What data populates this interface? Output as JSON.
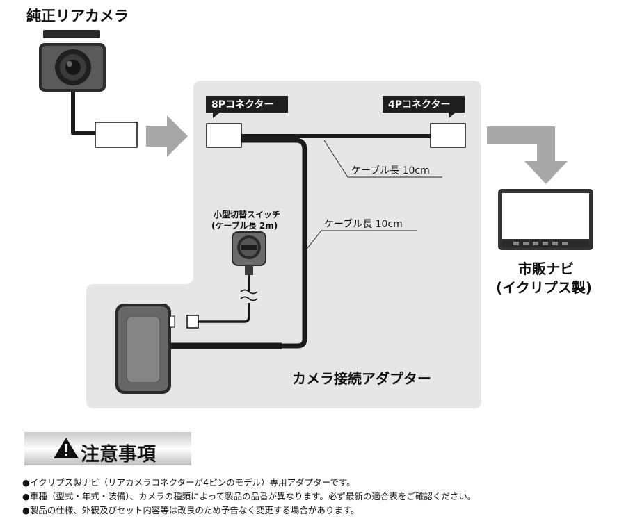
{
  "camera": {
    "title": "純正リアカメラ"
  },
  "connectors": {
    "left_label": "8Pコネクター",
    "right_label": "4Pコネクター"
  },
  "cables": {
    "main_length": "ケーブル長 10cm",
    "vertical_length": "ケーブル長 10cm"
  },
  "switch": {
    "line1": "小型切替スイッチ",
    "line2": "(ケーブル長 2m)"
  },
  "adapter": {
    "label": "カメラ接続アダプター"
  },
  "navi": {
    "line1": "市販ナビ",
    "line2": "(イクリプス製)"
  },
  "notice": {
    "title": "注意事項",
    "items": [
      "●イクリプス製ナビ（リアカメラコネクターが4ピンのモデル）専用アダプターです。",
      "●車種（型式・年式・装備）、カメラの種類によって製品の品番が異なります。必ず最新の適合表をご確認ください。",
      "●製品の仕様、外観及びセット内容等は改良のため予告なく変更する場合があります。"
    ]
  },
  "colors": {
    "panel": "#e6e6e6",
    "label_bg": "#1e1e1e",
    "arrow": "#a8a8a8",
    "cable": "#1a1a1a"
  }
}
